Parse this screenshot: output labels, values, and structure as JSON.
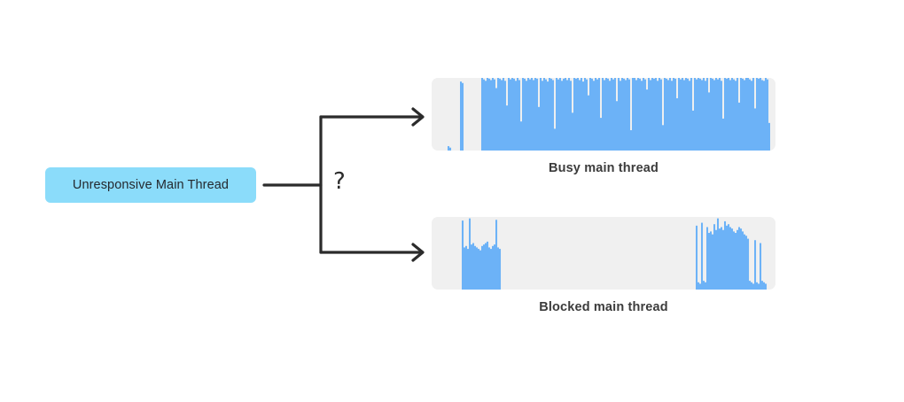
{
  "diagram": {
    "source_node": {
      "label": "Unresponsive Main Thread",
      "fill_color": "#8BDCFA",
      "text_color": "#24292e"
    },
    "branch_marker": {
      "label": "?",
      "color": "#2b2b2b"
    },
    "connector": {
      "stroke_color": "#2b2b2b",
      "arrow_style": "open-v"
    }
  },
  "panels": [
    {
      "id": "busy",
      "caption": "Busy main thread",
      "surface_color": "#F0F0F0",
      "bar_color": "#6CB2F7"
    },
    {
      "id": "blocked",
      "caption": "Blocked main thread",
      "surface_color": "#F0F0F0",
      "bar_color": "#6CB2F7"
    }
  ],
  "chart_data": [
    {
      "type": "area",
      "id": "busy",
      "title": "Busy main thread",
      "xlabel": "",
      "ylabel": "",
      "ylim": [
        0,
        100
      ],
      "grid": false,
      "legend": "none",
      "description": "Near-continuous high CPU activity across the whole time range with brief narrow dips.",
      "x": [
        0,
        1,
        2,
        3,
        4,
        5,
        6,
        7,
        8,
        9,
        10,
        11,
        12,
        13,
        14,
        15,
        16,
        17,
        18,
        19,
        20,
        21,
        22,
        23,
        24,
        25,
        26,
        27,
        28,
        29,
        30,
        31,
        32,
        33,
        34,
        35,
        36,
        37,
        38,
        39,
        40,
        41,
        42,
        43,
        44,
        45,
        46,
        47,
        48,
        49,
        50,
        51,
        52,
        53,
        54,
        55,
        56,
        57,
        58,
        59,
        60,
        61,
        62,
        63,
        64,
        65,
        66,
        67,
        68,
        69,
        70,
        71,
        72,
        73,
        74,
        75,
        76,
        77,
        78,
        79,
        80,
        81,
        82,
        83,
        84,
        85,
        86,
        87,
        88,
        89,
        90,
        91,
        92,
        93,
        94,
        95,
        96,
        97,
        98,
        99,
        100,
        101,
        102,
        103,
        104,
        105,
        106,
        107,
        108,
        109,
        110,
        111,
        112,
        113,
        114,
        115,
        116,
        117,
        118,
        119,
        120,
        121,
        122,
        123,
        124,
        125,
        126,
        127,
        128,
        129,
        130,
        131,
        132,
        133,
        134,
        135,
        136,
        137,
        138,
        139,
        140,
        141,
        142,
        143,
        144,
        145,
        146,
        147,
        148,
        149,
        150,
        151,
        152,
        153,
        154,
        155,
        156,
        157,
        158,
        159,
        160,
        161,
        162,
        163,
        164,
        165,
        166,
        167,
        168,
        169,
        170,
        171,
        172,
        173,
        174,
        175,
        176,
        177,
        178,
        179,
        180,
        181,
        182,
        183,
        184,
        185
      ],
      "values": [
        0,
        0,
        0,
        0,
        6,
        4,
        0,
        0,
        0,
        0,
        0,
        95,
        93,
        0,
        0,
        0,
        0,
        0,
        0,
        0,
        0,
        0,
        0,
        100,
        98,
        96,
        100,
        99,
        97,
        100,
        98,
        86,
        100,
        99,
        97,
        100,
        96,
        62,
        100,
        98,
        100,
        99,
        96,
        100,
        97,
        40,
        100,
        99,
        96,
        100,
        98,
        100,
        97,
        100,
        99,
        60,
        100,
        96,
        100,
        98,
        95,
        100,
        99,
        97,
        30,
        100,
        98,
        100,
        96,
        99,
        100,
        97,
        100,
        96,
        52,
        100,
        99,
        100,
        97,
        100,
        95,
        100,
        98,
        76,
        100,
        99,
        96,
        100,
        98,
        100,
        45,
        100,
        97,
        100,
        99,
        96,
        100,
        98,
        100,
        68,
        100,
        96,
        100,
        99,
        97,
        100,
        98,
        28,
        100,
        100,
        97,
        100,
        99,
        96,
        100,
        98,
        84,
        100,
        97,
        100,
        99,
        100,
        96,
        100,
        98,
        35,
        100,
        99,
        97,
        100,
        96,
        100,
        99,
        72,
        100,
        98,
        100,
        97,
        100,
        99,
        96,
        100,
        55,
        100,
        98,
        100,
        99,
        97,
        100,
        96,
        100,
        80,
        100,
        99,
        97,
        100,
        98,
        100,
        96,
        44,
        100,
        99,
        100,
        97,
        100,
        98,
        96,
        100,
        66,
        100,
        99,
        97,
        100,
        100,
        98,
        96,
        100,
        58,
        100,
        99,
        100,
        97,
        96,
        100,
        98,
        38,
        100,
        99
      ]
    },
    {
      "type": "area",
      "id": "blocked",
      "title": "Blocked main thread",
      "xlabel": "",
      "ylabel": "",
      "ylim": [
        0,
        100
      ],
      "grid": false,
      "legend": "none",
      "description": "Short activity burst at the start, a long completely idle (blocked) gap, then a second burst near the end.",
      "x": [
        0,
        1,
        2,
        3,
        4,
        5,
        6,
        7,
        8,
        9,
        10,
        11,
        12,
        13,
        14,
        15,
        16,
        17,
        18,
        19,
        20,
        21,
        22,
        23,
        24,
        25,
        26,
        27,
        28,
        29,
        30,
        31,
        32,
        33,
        34,
        35,
        36,
        37,
        38,
        39,
        40,
        41,
        42,
        43,
        44,
        45,
        46,
        47,
        48,
        49,
        50,
        51,
        52,
        53,
        54,
        55,
        56,
        57,
        58,
        59,
        60,
        61,
        62,
        63,
        64,
        65,
        66,
        67,
        68,
        69,
        70,
        71,
        72,
        73,
        74,
        75,
        76,
        77,
        78,
        79,
        80,
        81,
        82,
        83,
        84,
        85,
        86,
        87,
        88,
        89,
        90,
        91,
        92,
        93,
        94,
        95,
        96,
        97,
        98,
        99,
        100,
        101,
        102,
        103,
        104,
        105,
        106,
        107,
        108,
        109,
        110,
        111,
        112,
        113,
        114,
        115,
        116,
        117,
        118,
        119,
        120,
        121,
        122,
        123,
        124,
        125,
        126,
        127,
        128,
        129,
        130,
        131,
        132,
        133,
        134,
        135,
        136,
        137,
        138,
        139,
        140,
        141,
        142,
        143,
        144,
        145,
        146,
        147,
        148,
        149,
        150,
        151,
        152,
        153,
        154,
        155,
        156,
        157,
        158,
        159,
        160,
        161,
        162,
        163,
        164,
        165,
        166,
        167,
        168,
        169,
        170,
        171,
        172,
        173,
        174,
        175,
        176,
        177,
        178,
        179,
        180,
        181,
        182,
        183,
        184,
        185
      ],
      "values": [
        0,
        0,
        0,
        0,
        0,
        0,
        0,
        0,
        0,
        0,
        0,
        0,
        95,
        58,
        60,
        56,
        98,
        62,
        64,
        60,
        58,
        56,
        54,
        60,
        62,
        64,
        66,
        58,
        56,
        60,
        62,
        96,
        58,
        56,
        0,
        0,
        0,
        0,
        0,
        0,
        0,
        0,
        0,
        0,
        0,
        0,
        0,
        0,
        0,
        0,
        0,
        0,
        0,
        0,
        0,
        0,
        0,
        0,
        0,
        0,
        0,
        0,
        0,
        0,
        0,
        0,
        0,
        0,
        0,
        0,
        0,
        0,
        0,
        0,
        0,
        0,
        0,
        0,
        0,
        0,
        0,
        0,
        0,
        0,
        0,
        0,
        0,
        0,
        0,
        0,
        0,
        0,
        0,
        0,
        0,
        0,
        0,
        0,
        0,
        0,
        0,
        0,
        0,
        0,
        0,
        0,
        0,
        0,
        0,
        0,
        0,
        0,
        0,
        0,
        0,
        0,
        0,
        0,
        0,
        0,
        0,
        0,
        0,
        0,
        0,
        0,
        0,
        0,
        0,
        0,
        0,
        0,
        0,
        0,
        0,
        0,
        0,
        0,
        0,
        0,
        0,
        0,
        0,
        0,
        88,
        10,
        8,
        92,
        12,
        10,
        86,
        78,
        80,
        76,
        90,
        82,
        98,
        84,
        86,
        82,
        94,
        88,
        90,
        86,
        84,
        80,
        78,
        82,
        86,
        84,
        80,
        76,
        74,
        70,
        12,
        10,
        8,
        68,
        10,
        8,
        64,
        12,
        10,
        8,
        0,
        0,
        0,
        0,
        0,
        0
      ]
    }
  ]
}
